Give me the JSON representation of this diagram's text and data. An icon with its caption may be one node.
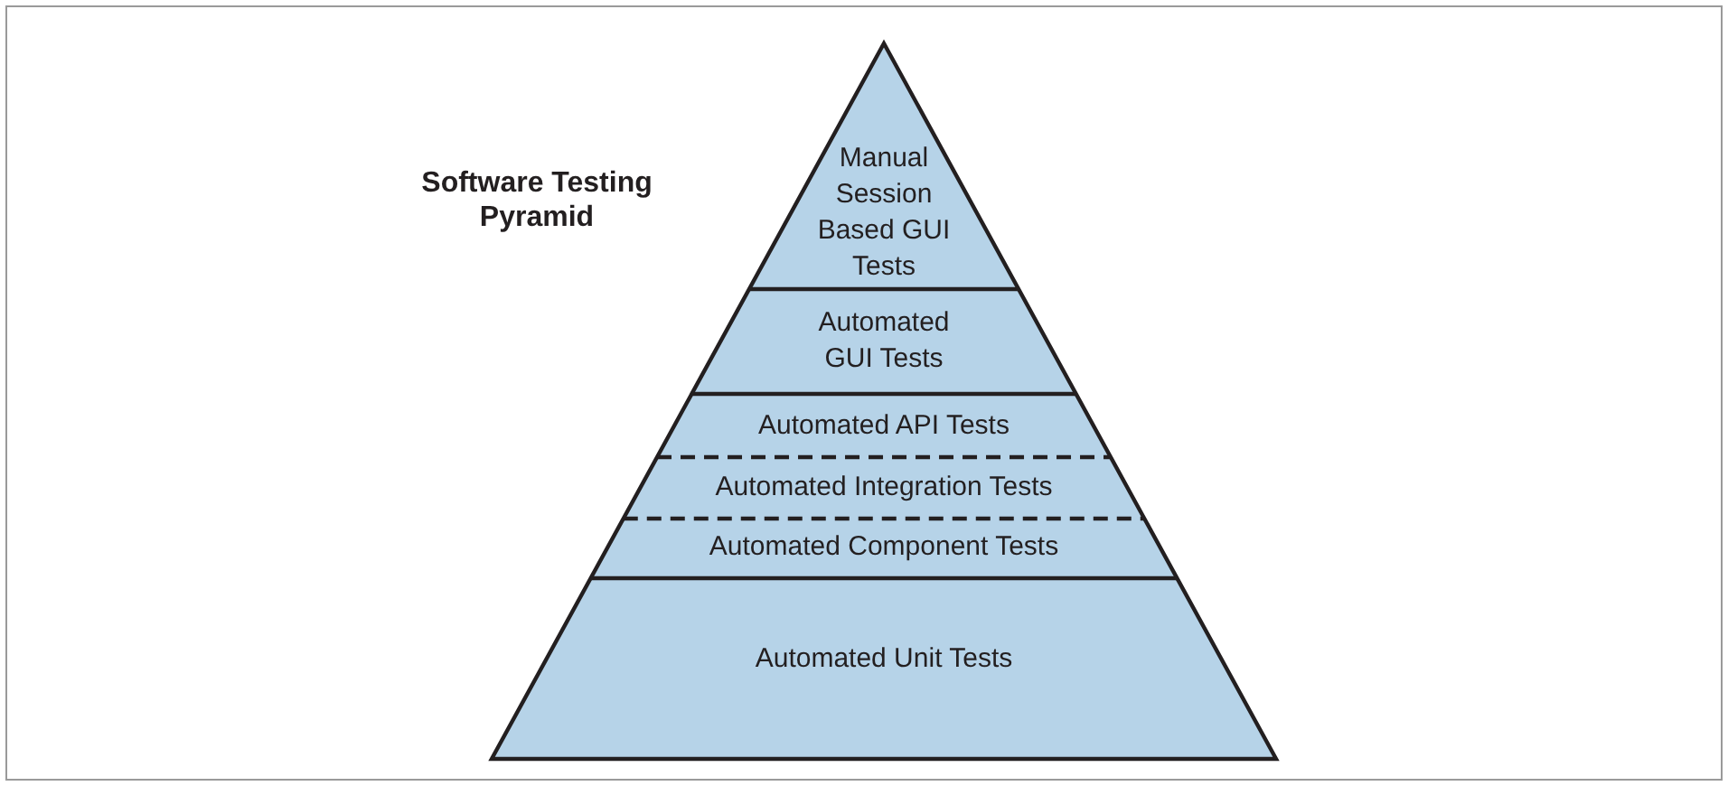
{
  "diagram": {
    "nodes": [
      {
        "text": [
          "Manual Session Based GUI Tests"
        ]
      },
      {
        "text": [
          "Automated GUI Tests"
        ]
      },
      {
        "text": [
          "Automated API Tests"
        ]
      },
      {
        "text": [
          "Automated Integration Tests"
        ]
      },
      {
        "text": [
          "Automated Component Tests"
        ]
      },
      {
        "text": [
          "Automated Unit Tests"
        ]
      }
    ],
    "labels": [
      "Software Testing Pyramid"
    ]
  }
}
